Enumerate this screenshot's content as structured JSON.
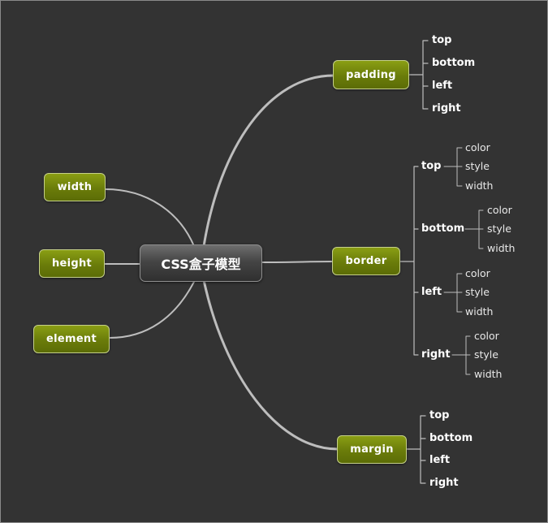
{
  "center": {
    "label": "CSS盒子模型"
  },
  "left_nodes": [
    "width",
    "height",
    "element"
  ],
  "padding": {
    "label": "padding",
    "children": [
      "top",
      "bottom",
      "left",
      "right"
    ]
  },
  "border": {
    "label": "border",
    "sides": [
      {
        "label": "top",
        "props": [
          "color",
          "style",
          "width"
        ]
      },
      {
        "label": "bottom",
        "props": [
          "color",
          "style",
          "width"
        ]
      },
      {
        "label": "left",
        "props": [
          "color",
          "style",
          "width"
        ]
      },
      {
        "label": "right",
        "props": [
          "color",
          "style",
          "width"
        ]
      }
    ]
  },
  "margin": {
    "label": "margin",
    "children": [
      "top",
      "bottom",
      "left",
      "right"
    ]
  },
  "colors": {
    "background": "#333333",
    "node_green": "#6a7c0a",
    "connector": "#bdbdbd"
  }
}
